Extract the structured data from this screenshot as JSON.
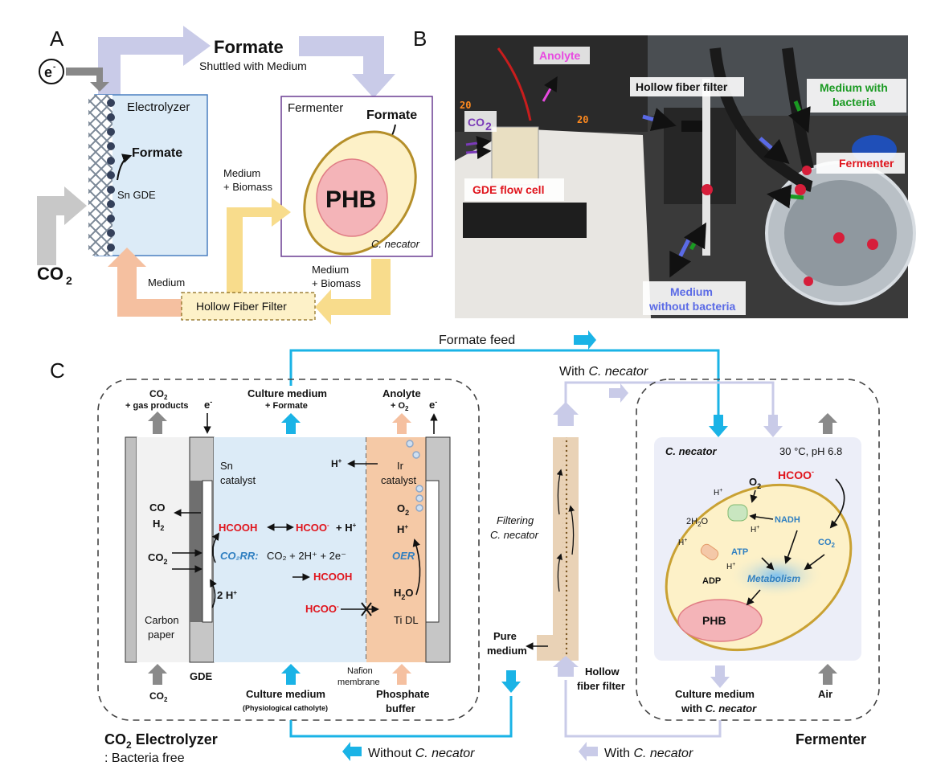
{
  "panels": {
    "a": "A",
    "b": "B",
    "c": "C"
  },
  "panel_a": {
    "electron": "e",
    "electron_sup": "-",
    "co2": "CO",
    "co2_sub": "2",
    "formate_top": "Formate",
    "shuttled": "Shuttled with Medium",
    "electrolyzer": "Electrolyzer",
    "formate_inner": "Formate",
    "sn_gde": "Sn GDE",
    "fermenter": "Fermenter",
    "formate_ferm": "Formate",
    "phb": "PHB",
    "c_necator": "C. necator",
    "medium_biomass_1a": "Medium",
    "medium_biomass_1b": "+ Biomass",
    "medium_biomass_2a": "Medium",
    "medium_biomass_2b": "+ Biomass",
    "medium": "Medium",
    "hollow_fiber": "Hollow Fiber Filter"
  },
  "panel_b": {
    "anolyte": "Anolyte",
    "hollow_fiber": "Hollow fiber filter",
    "medium_with_bacteria_1": "Medium with",
    "medium_with_bacteria_2": "bacteria",
    "co2": "CO",
    "co2_sub": "2",
    "fermenter": "Fermenter",
    "gde_flow_cell": "GDE flow cell",
    "medium_without_1": "Medium",
    "medium_without_2": "without bacteria",
    "display_1": "20",
    "display_2": "20"
  },
  "panel_c": {
    "formate_feed": "Formate feed",
    "with_c_necator_top_pre": "With ",
    "with_c_necator_top_it": "C. necator",
    "top_labels": {
      "co2_gas_1": "CO",
      "co2_gas_1_sub": "2",
      "co2_gas_2": "+ gas products",
      "e_minus_left": "e",
      "culture_formate_1": "Culture medium",
      "culture_formate_2": "+ Formate",
      "anolyte_1": "Anolyte",
      "anolyte_2": "+ O",
      "anolyte_2_sub": "2",
      "e_minus_right": "e"
    },
    "cell": {
      "sn_catalyst_1": "Sn",
      "sn_catalyst_2": "catalyst",
      "h_plus_top": "H",
      "ir_catalyst_1": "Ir",
      "ir_catalyst_2": "catalyst",
      "co": "CO",
      "h2": "H",
      "hcooh_left": "HCOOH",
      "hcoo_mid": "HCOO",
      "plus_h": "+ H",
      "o2": "O",
      "h_plus_right": "H",
      "co2_in": "CO",
      "co2rr": "CO₂RR:",
      "co2rr_eq": "CO₂ + 2H⁺ + 2e⁻",
      "oer": "OER",
      "hcooh_right": "HCOOH",
      "two_h": "2 H",
      "hcoo_bottom": "HCOO",
      "h2o": "H",
      "h2o_tail": "O",
      "carbon_paper_1": "Carbon",
      "carbon_paper_2": "paper",
      "ti_dl": "Ti DL"
    },
    "bottom_labels": {
      "co2": "CO",
      "co2_sub": "2",
      "gde": "GDE",
      "culture_1": "Culture medium",
      "culture_2": "(Physiological  catholyte)",
      "nafion_1": "Nafion",
      "nafion_2": "membrane",
      "phosphate_1": "Phosphate",
      "phosphate_2": "buffer"
    },
    "filter": {
      "filtering_1": "Filtering",
      "filtering_2": "C. necator",
      "pure_1": "Pure",
      "pure_2": "medium",
      "hollow_1": "Hollow",
      "hollow_2": "fiber filter"
    },
    "fermenter": {
      "c_necator": "C. necator",
      "conditions": "30 °C, pH 6.8",
      "o2": "O",
      "hcoo": "HCOO",
      "h_plus_1": "H",
      "h2o": "2H",
      "h2o_tail": "O",
      "h_plus_2": "H",
      "nadh": "NADH",
      "co2": "CO",
      "h_plus_3": "H",
      "atp": "ATP",
      "h_plus_4": "H",
      "adp": "ADP",
      "metabolism": "Metabolism",
      "phb": "PHB",
      "culture_1": "Culture medium",
      "culture_2_pre": "with ",
      "culture_2_it": "C. necator",
      "air": "Air"
    },
    "footer": {
      "electrolyzer_1": "CO",
      "electrolyzer_1_sub": "2",
      "electrolyzer_1_tail": " Electrolyzer",
      "electrolyzer_2": ": Bacteria free",
      "without_pre": "Without ",
      "without_it": "C. necator",
      "with_pre": "With ",
      "with_it": "C. necator",
      "fermenter": "Fermenter"
    }
  },
  "colors": {
    "cyan": "#1ab3e6",
    "lavender": "#c9cbe8",
    "peach": "#f5c0a0",
    "yellow": "#f8dc8c",
    "gray_arrow": "#a8a8a8",
    "electrolyte": "#dcebf7",
    "anolyte": "#f5c9a6",
    "fermenter_bg": "#eceef8",
    "cell_fill": "#fdf1c8",
    "cell_border": "#c9a133",
    "phb_fill": "#f4b4b8",
    "red_text": "#e0141c",
    "blue_text": "#2f7fc1"
  }
}
